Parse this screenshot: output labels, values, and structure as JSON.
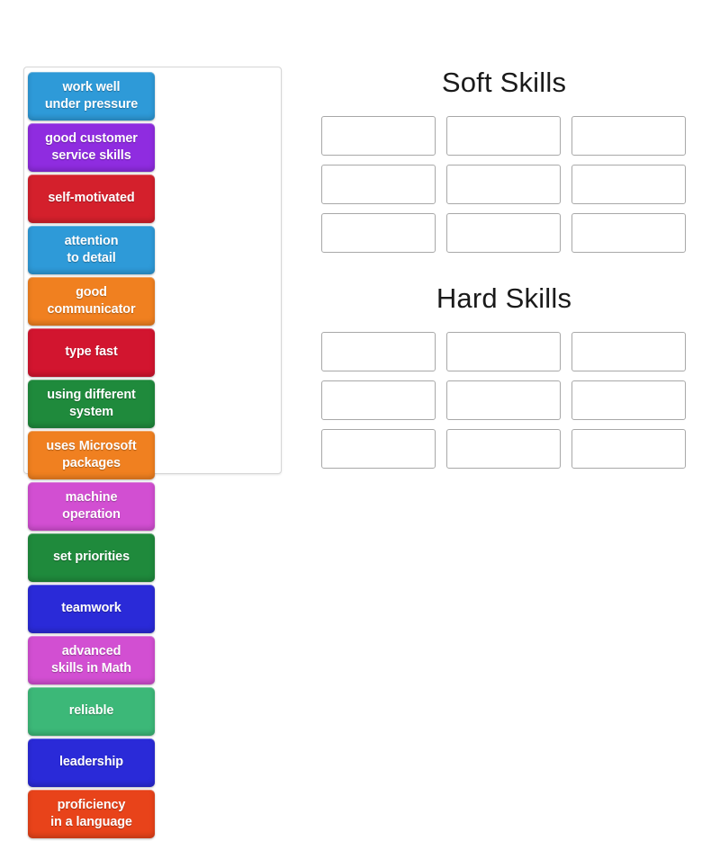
{
  "activity": {
    "type": "group-sort",
    "background_color": "#ffffff"
  },
  "tile_panel": {
    "name": "draggable-tiles-panel",
    "border_color": "#d6d6d6",
    "tiles": [
      {
        "label": "work well\nunder pressure",
        "color": "#2e9ad8"
      },
      {
        "label": "good customer\nservice skills",
        "color": "#8f2ce0"
      },
      {
        "label": "self-motivated",
        "color": "#d4202c"
      },
      {
        "label": "attention\nto detail",
        "color": "#2e9ad8"
      },
      {
        "label": "good\ncommunicator",
        "color": "#f08020"
      },
      {
        "label": "type fast",
        "color": "#d2152f"
      },
      {
        "label": "using different\nsystem",
        "color": "#1f8a3c"
      },
      {
        "label": "uses Microsoft\npackages",
        "color": "#f08020"
      },
      {
        "label": "machine\noperation",
        "color": "#d24fd2"
      },
      {
        "label": "set priorities",
        "color": "#1f8a3c"
      },
      {
        "label": "teamwork",
        "color": "#2a2ad8"
      },
      {
        "label": "advanced\nskills in Math",
        "color": "#d24fd2"
      },
      {
        "label": "reliable",
        "color": "#3cb878"
      },
      {
        "label": "leadership",
        "color": "#2a2ad8"
      },
      {
        "label": "proficiency\nin a language",
        "color": "#e8431a"
      }
    ]
  },
  "categories": [
    {
      "id": "soft-skills",
      "title": "Soft Skills",
      "slot_count": 9,
      "slots": [
        "",
        "",
        "",
        "",
        "",
        "",
        "",
        "",
        ""
      ],
      "slot_border_color": "#a8a8a8"
    },
    {
      "id": "hard-skills",
      "title": "Hard Skills",
      "slot_count": 9,
      "slots": [
        "",
        "",
        "",
        "",
        "",
        "",
        "",
        "",
        ""
      ],
      "slot_border_color": "#a8a8a8"
    }
  ]
}
